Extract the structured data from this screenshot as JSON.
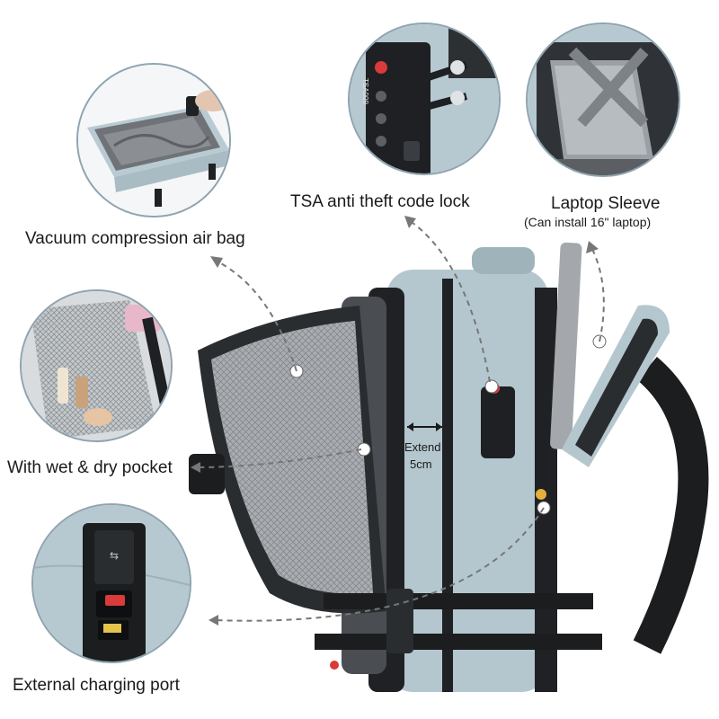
{
  "features": {
    "vacuum_bag": "Vacuum compression air bag",
    "tsa_lock": "TSA anti theft code lock",
    "laptop_sleeve": "Laptop Sleeve",
    "laptop_sleeve_note": "(Can install 16\" laptop)",
    "wet_dry_pocket": "With wet & dry pocket",
    "charging_port": "External charging port"
  },
  "extend": {
    "line1": "Extend",
    "line2": "5cm"
  },
  "lock_brand": "TSA009",
  "colors": {
    "bag_body": "#b4c7cf",
    "bag_dark": "#2a2d30",
    "lining": "#9a9fa3",
    "accent_red": "#d93a3a"
  }
}
